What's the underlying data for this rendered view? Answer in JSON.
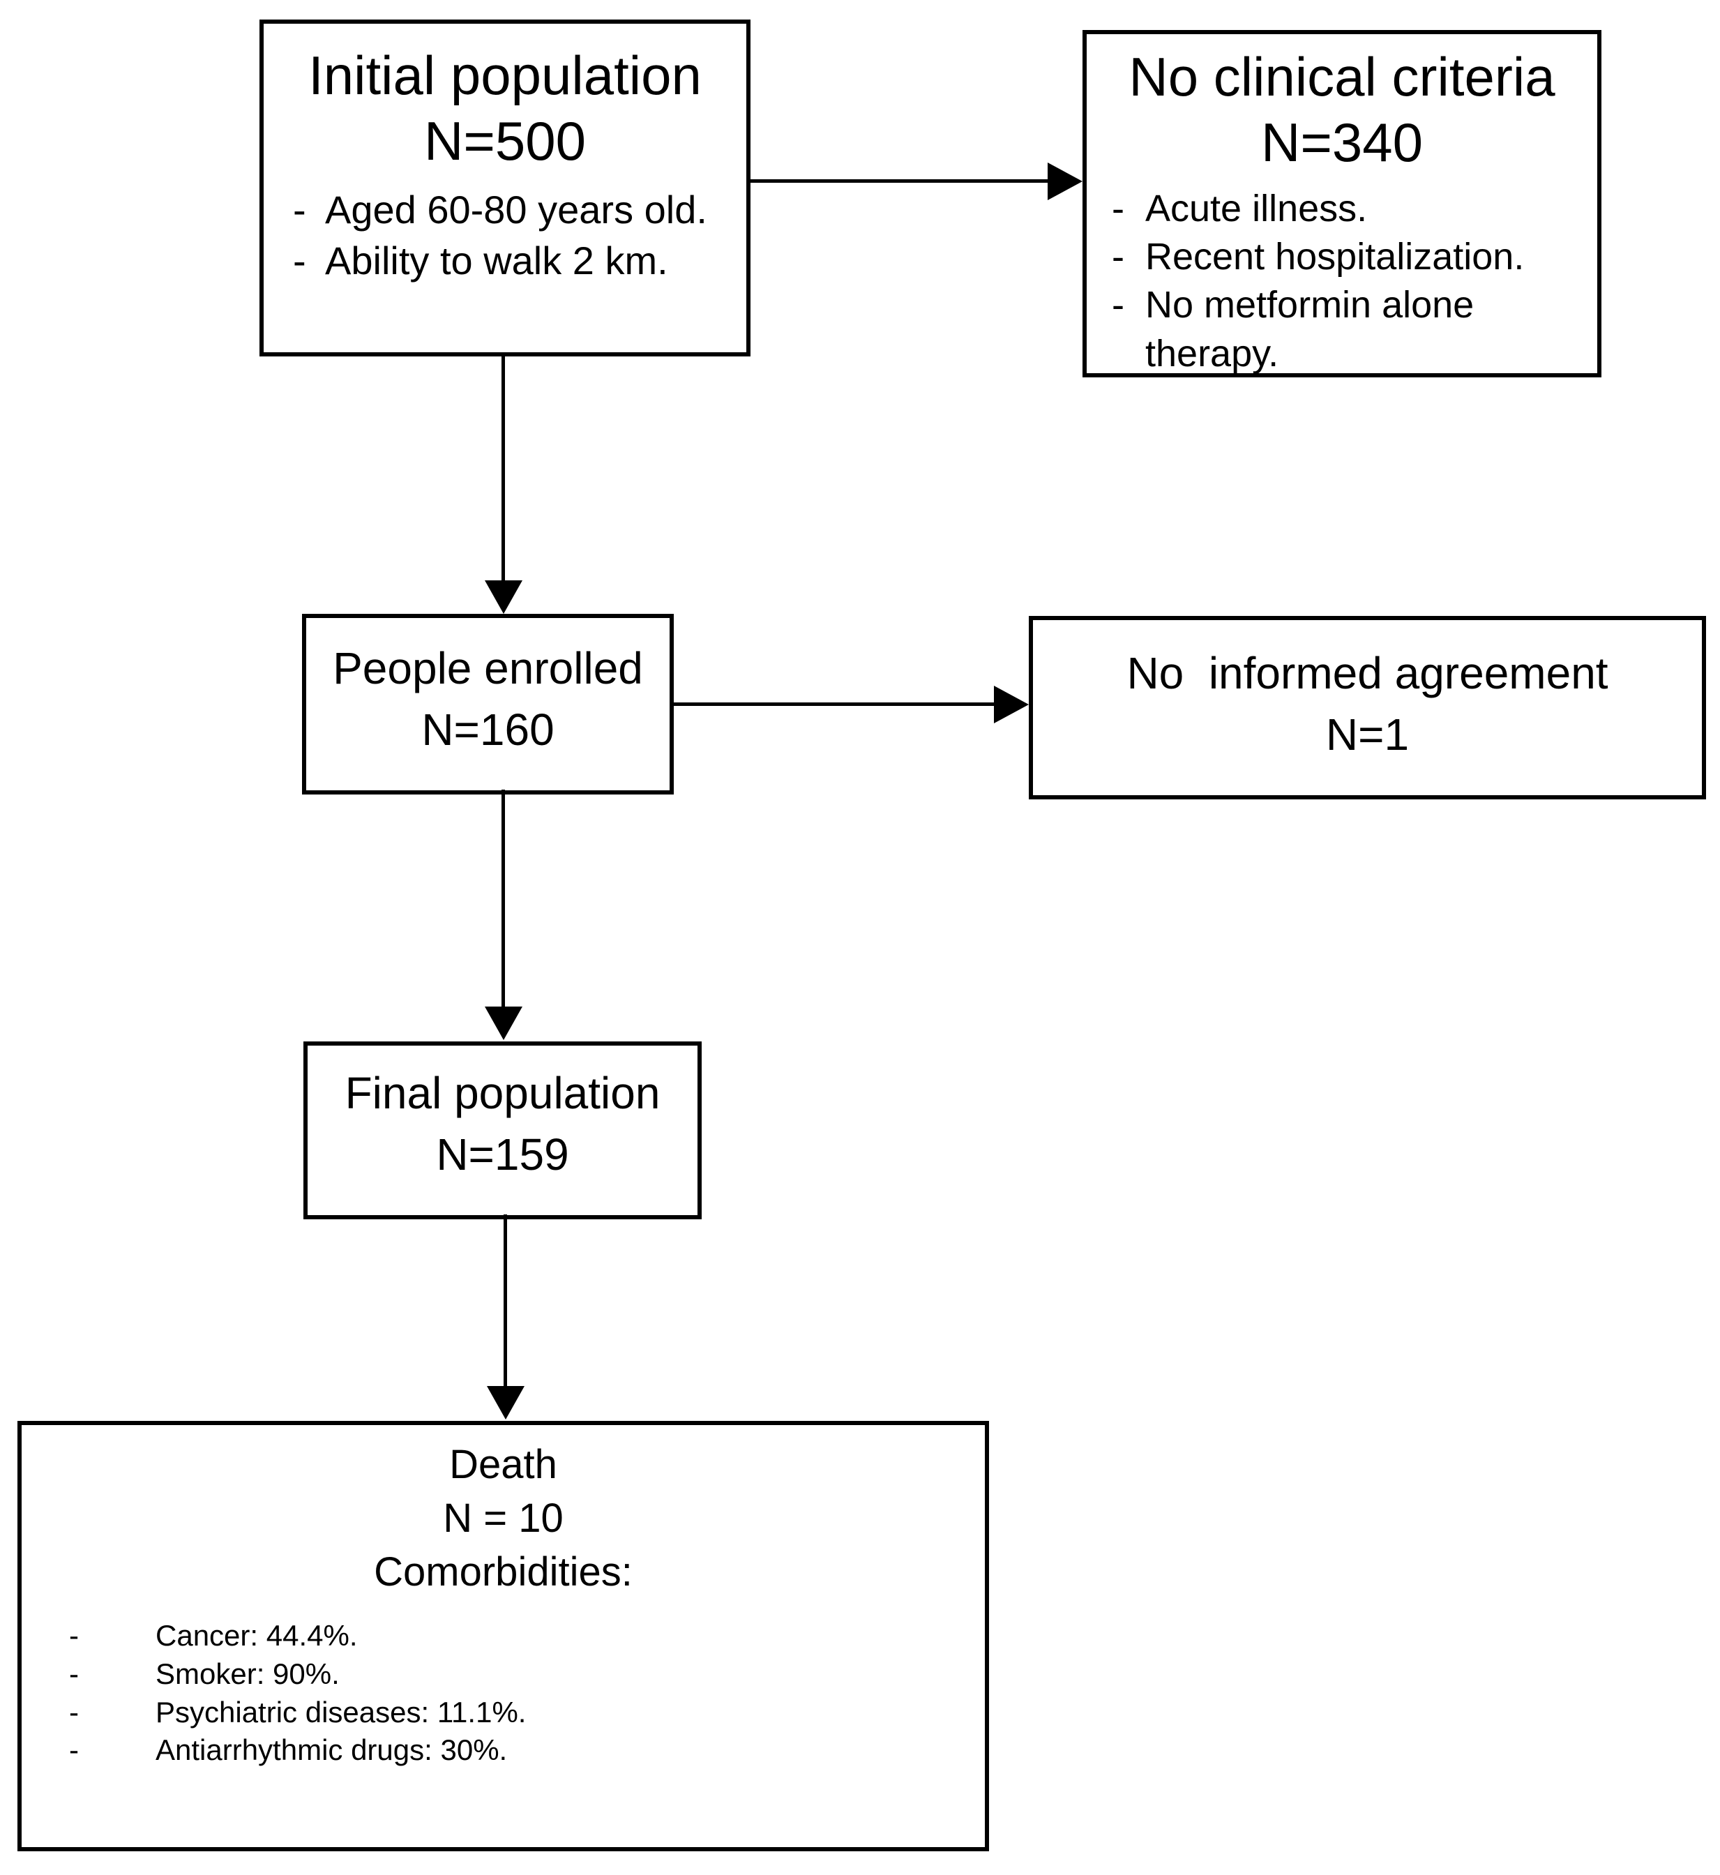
{
  "bullet_marker": "-",
  "boxes": {
    "initial": {
      "title": "Initial population",
      "count": "N=500",
      "bullets": [
        "Aged 60-80 years old.",
        "Ability to walk 2 km."
      ]
    },
    "criteria": {
      "title": "No clinical criteria",
      "count": "N=340",
      "bullets": [
        "Acute illness.",
        "Recent hospitalization.",
        "No metformin alone therapy."
      ]
    },
    "enrolled": {
      "title": "People enrolled",
      "count": "N=160"
    },
    "agreement": {
      "title": "No  informed agreement",
      "count": "N=1"
    },
    "final": {
      "title": "Final population",
      "count": "N=159"
    },
    "death": {
      "title": "Death",
      "count": "N = 10",
      "subtitle": "Comorbidities:",
      "bullets": [
        "Cancer: 44.4%.",
        "Smoker: 90%.",
        "Psychiatric diseases: 11.1%.",
        "Antiarrhythmic drugs: 30%."
      ]
    }
  },
  "colors": {
    "line": "#000000",
    "background": "#ffffff"
  }
}
